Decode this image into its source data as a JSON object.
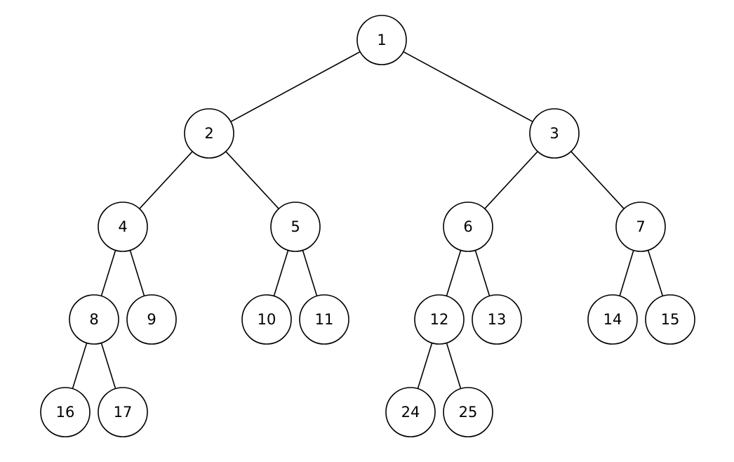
{
  "tree": {
    "nodes": [
      {
        "id": "n1",
        "label": "1"
      },
      {
        "id": "n2",
        "label": "2"
      },
      {
        "id": "n3",
        "label": "3"
      },
      {
        "id": "n4",
        "label": "4"
      },
      {
        "id": "n5",
        "label": "5"
      },
      {
        "id": "n6",
        "label": "6"
      },
      {
        "id": "n7",
        "label": "7"
      },
      {
        "id": "n8",
        "label": "8"
      },
      {
        "id": "n9",
        "label": "9"
      },
      {
        "id": "n10",
        "label": "10"
      },
      {
        "id": "n11",
        "label": "11"
      },
      {
        "id": "n12",
        "label": "12"
      },
      {
        "id": "n13",
        "label": "13"
      },
      {
        "id": "n14",
        "label": "14"
      },
      {
        "id": "n15",
        "label": "15"
      },
      {
        "id": "n16",
        "label": "16"
      },
      {
        "id": "n17",
        "label": "17"
      },
      {
        "id": "n24",
        "label": "24"
      },
      {
        "id": "n25",
        "label": "25"
      }
    ],
    "edges": [
      [
        "n1",
        "n2"
      ],
      [
        "n1",
        "n3"
      ],
      [
        "n2",
        "n4"
      ],
      [
        "n2",
        "n5"
      ],
      [
        "n3",
        "n6"
      ],
      [
        "n3",
        "n7"
      ],
      [
        "n4",
        "n8"
      ],
      [
        "n4",
        "n9"
      ],
      [
        "n5",
        "n10"
      ],
      [
        "n5",
        "n11"
      ],
      [
        "n6",
        "n12"
      ],
      [
        "n6",
        "n13"
      ],
      [
        "n7",
        "n14"
      ],
      [
        "n7",
        "n15"
      ],
      [
        "n8",
        "n16"
      ],
      [
        "n8",
        "n17"
      ],
      [
        "n12",
        "n24"
      ],
      [
        "n12",
        "n25"
      ]
    ]
  }
}
